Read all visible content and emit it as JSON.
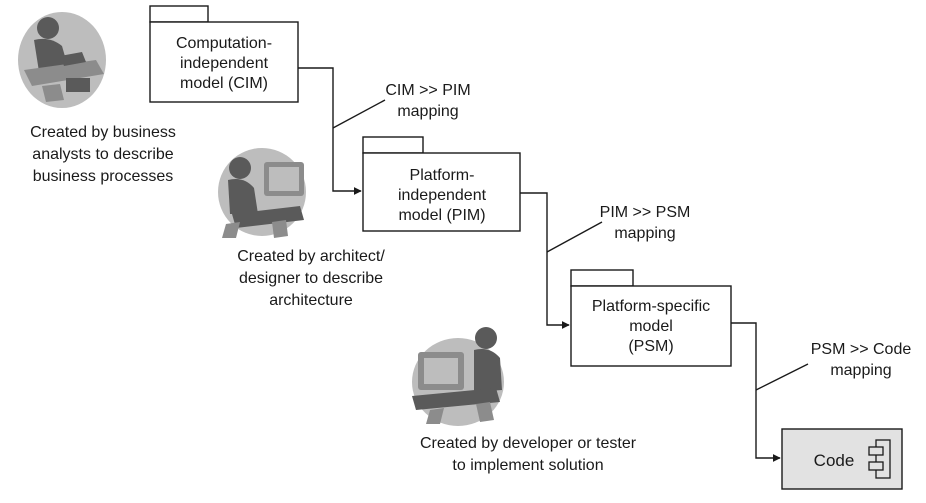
{
  "models": {
    "cim": [
      "Computation-",
      "independent",
      "model (CIM)"
    ],
    "pim": [
      "Platform-",
      "independent",
      "model (PIM)"
    ],
    "psm": [
      "Platform-specific",
      "model",
      "(PSM)"
    ]
  },
  "mappings": {
    "cim_pim": [
      "CIM >> PIM",
      "mapping"
    ],
    "pim_psm": [
      "PIM >> PSM",
      "mapping"
    ],
    "psm_code": [
      "PSM >> Code",
      "mapping"
    ]
  },
  "code_label": "Code",
  "captions": {
    "business": [
      "Created by business",
      "analysts to describe",
      "business processes"
    ],
    "architect": [
      "Created by architect/",
      "designer to describe",
      "architecture"
    ],
    "developer": [
      "Created by developer or tester",
      "to implement solution"
    ]
  },
  "icons": {
    "business": "business-analyst-icon",
    "architect": "architect-icon",
    "developer": "developer-icon"
  }
}
